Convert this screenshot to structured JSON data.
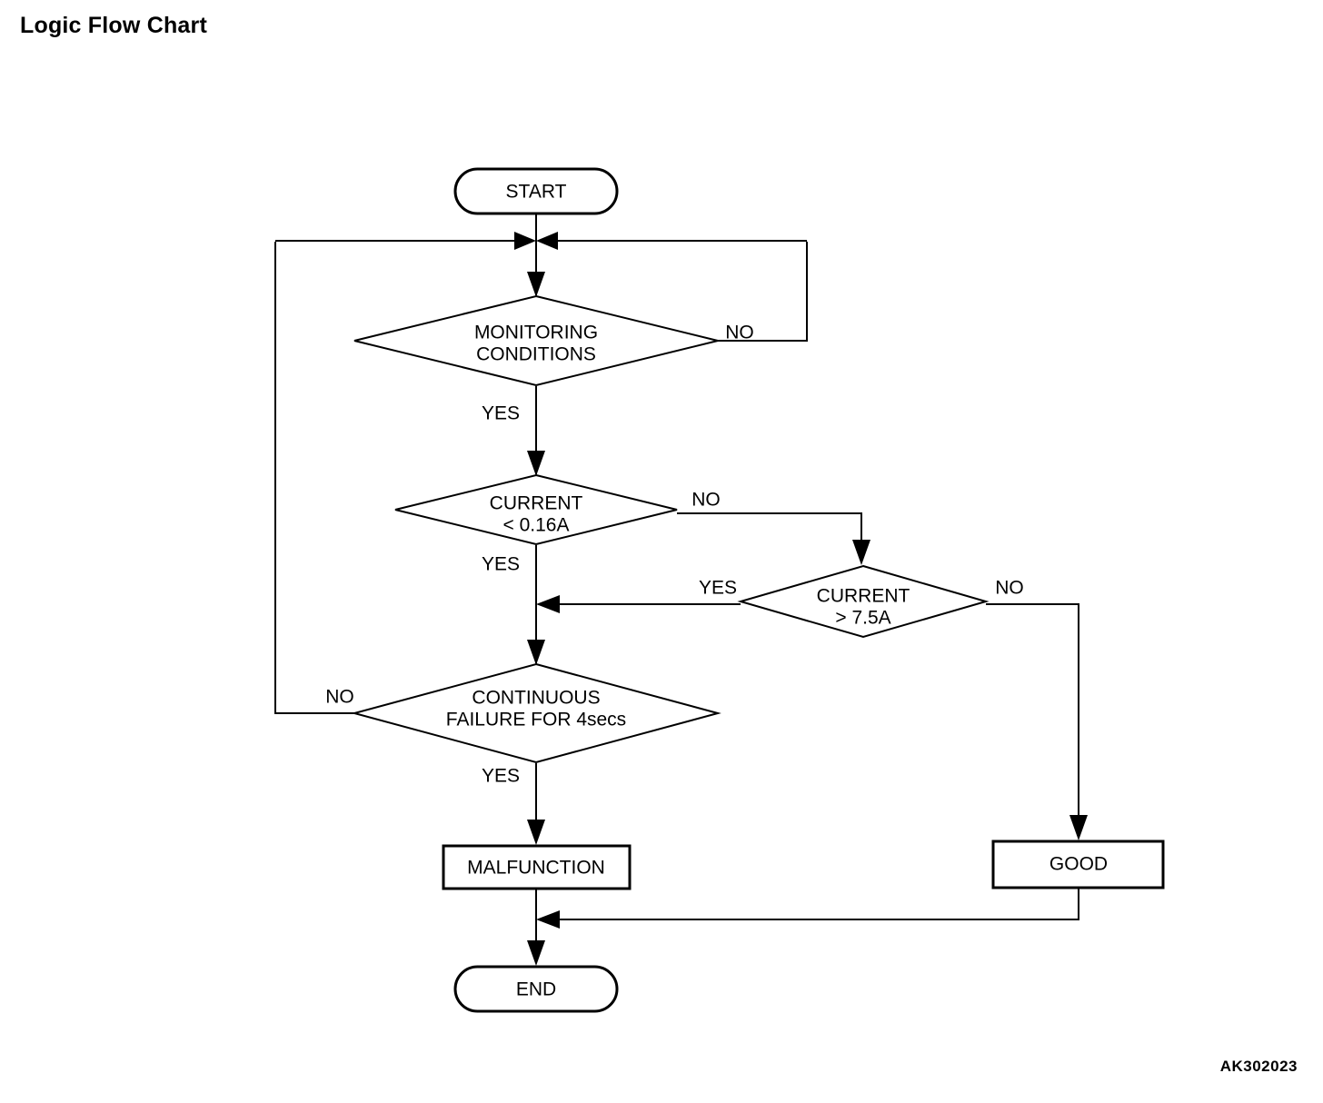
{
  "page": {
    "title": "Logic Flow Chart",
    "reference_code": "AK302023",
    "background_color": "#ffffff",
    "line_color": "#000000"
  },
  "chart_data": {
    "type": "diagram",
    "diagram_kind": "flowchart",
    "title": "Logic Flow Chart",
    "nodes": [
      {
        "id": "start",
        "shape": "terminator",
        "label": "START"
      },
      {
        "id": "monitoring",
        "shape": "decision",
        "label_line1": "MONITORING",
        "label_line2": "CONDITIONS"
      },
      {
        "id": "current_low",
        "shape": "decision",
        "label_line1": "CURRENT",
        "label_line2": "< 0.16A"
      },
      {
        "id": "current_high",
        "shape": "decision",
        "label_line1": "CURRENT",
        "label_line2": "> 7.5A"
      },
      {
        "id": "continuous",
        "shape": "decision",
        "label_line1": "CONTINUOUS",
        "label_line2": "FAILURE FOR 4secs"
      },
      {
        "id": "malfunction",
        "shape": "process",
        "label": "MALFUNCTION"
      },
      {
        "id": "good",
        "shape": "process",
        "label": "GOOD"
      },
      {
        "id": "end",
        "shape": "terminator",
        "label": "END"
      }
    ],
    "edges": [
      {
        "from": "start",
        "to": "monitoring",
        "label": ""
      },
      {
        "from": "monitoring",
        "to": "current_low",
        "label": "YES"
      },
      {
        "from": "monitoring",
        "to": "monitoring",
        "label": "NO"
      },
      {
        "from": "current_low",
        "to": "continuous",
        "label": "YES"
      },
      {
        "from": "current_low",
        "to": "current_high",
        "label": "NO"
      },
      {
        "from": "current_high",
        "to": "continuous",
        "label": "YES"
      },
      {
        "from": "current_high",
        "to": "good",
        "label": "NO"
      },
      {
        "from": "continuous",
        "to": "malfunction",
        "label": "YES"
      },
      {
        "from": "continuous",
        "to": "monitoring",
        "label": "NO"
      },
      {
        "from": "malfunction",
        "to": "end",
        "label": ""
      },
      {
        "from": "good",
        "to": "end",
        "label": ""
      }
    ],
    "edge_labels": {
      "monitoring_yes": "YES",
      "monitoring_no": "NO",
      "current_low_yes": "YES",
      "current_low_no": "NO",
      "current_high_yes": "YES",
      "current_high_no": "NO",
      "continuous_yes": "YES",
      "continuous_no": "NO"
    }
  },
  "nodes": {
    "start": {
      "label": "START"
    },
    "monitoring": {
      "line1": "MONITORING",
      "line2": "CONDITIONS"
    },
    "current_low": {
      "line1": "CURRENT",
      "line2": "< 0.16A"
    },
    "current_high": {
      "line1": "CURRENT",
      "line2": "> 7.5A"
    },
    "continuous": {
      "line1": "CONTINUOUS",
      "line2": "FAILURE FOR 4secs"
    },
    "malfunction": {
      "label": "MALFUNCTION"
    },
    "good": {
      "label": "GOOD"
    },
    "end": {
      "label": "END"
    }
  },
  "labels": {
    "monitoring_yes": "YES",
    "monitoring_no": "NO",
    "current_low_yes": "YES",
    "current_low_no": "NO",
    "current_high_yes": "YES",
    "current_high_no": "NO",
    "continuous_yes": "YES",
    "continuous_no": "NO"
  }
}
